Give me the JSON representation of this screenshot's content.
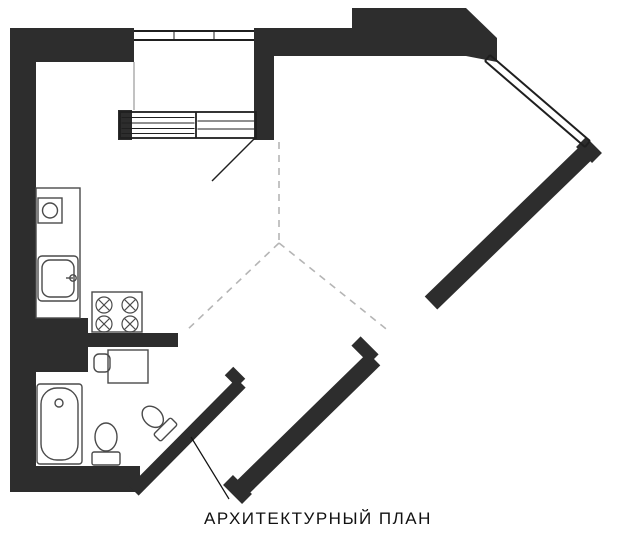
{
  "page": {
    "background": "#ffffff"
  },
  "caption": {
    "text": "АРХИТЕКТУРНЫЙ ПЛАН"
  },
  "plan": {
    "colors": {
      "wall": "#2d2d2d",
      "window": "#1f1f1f",
      "dash": "#b5b5b5",
      "fixture": "#4a4a4a",
      "annotation": "#111111"
    },
    "icons": [
      "balcony-glazing",
      "diagonal-window",
      "window-and-balcony-door",
      "ventilation-shaft",
      "kitchen-counter",
      "washing-machine",
      "kitchen-sink",
      "stove",
      "dining-table",
      "chair",
      "bathtub",
      "toilet",
      "bidet",
      "entrance-opening"
    ]
  }
}
